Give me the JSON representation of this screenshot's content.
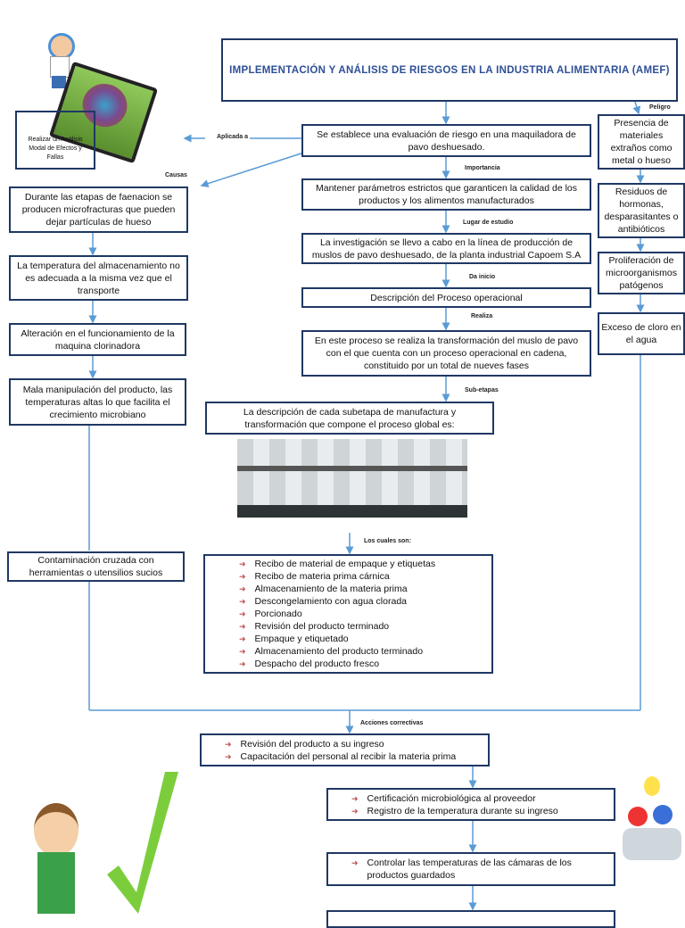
{
  "title": "IMPLEMENTACIÓN Y ANÁLISIS DE RIESGOS EN LA INDUSTRIA ALIMENTARIA (AMEF)",
  "left_top": "Realizar un Análisis Modal de Efectos y Fallas",
  "labels": {
    "aplicada": "Aplicada a",
    "causas": "Causas",
    "peligro": "Peligro",
    "importancia": "Importancia",
    "lugar": "Lugar de estudio",
    "inicio": "Da inicio",
    "realiza": "Realiza",
    "subetapas": "Sub-etapas",
    "cuales": "Los cuales son:",
    "acciones": "Acciones correctivas"
  },
  "center": [
    "Se establece una evaluación de riesgo en una maquiladora de pavo deshuesado.",
    "Mantener parámetros estrictos que garanticen la calidad de los productos y los alimentos manufacturados",
    "La investigación se llevo a cabo en la línea de producción de muslos de pavo deshuesado, de la planta industrial Capoem S.A",
    "Descripción del Proceso operacional",
    "En este proceso se realiza la transformación del muslo de pavo con el que cuenta con un proceso operacional en cadena, constituido por un total de nueves fases",
    "La descripción de cada subetapa de manufactura y transformación que compone el proceso global es:"
  ],
  "hazards": [
    "Presencia de materiales extraños como metal o hueso",
    "Residuos de hormonas, desparasitantes o antibióticos",
    "Proliferación de microorganismos patógenos",
    "Exceso de cloro en el agua"
  ],
  "causes": [
    "Durante las etapas de faenacion se producen microfracturas que pueden dejar partículas de hueso",
    "La temperatura del almacenamiento no es adecuada a la misma vez que el transporte",
    "Alteración en el funcionamiento de la maquina clorinadora",
    "Mala manipulación del producto, las temperaturas altas lo que facilita el crecimiento microbiano",
    "Contaminación cruzada con herramientas o utensilios sucios"
  ],
  "stages": [
    "Recibo de material de empaque y etiquetas",
    "Recibo de materia prima cárnica",
    "Almacenamiento de la materia prima",
    "Descongelamiento con agua clorada",
    "Porcionado",
    "Revisión del producto terminado",
    "Empaque y etiquetado",
    "Almacenamiento del producto terminado",
    "Despacho del producto fresco"
  ],
  "actions": [
    [
      "Revisión del producto a su ingreso",
      "Capacitación del personal al recibir la materia prima"
    ],
    [
      "Certificación microbiológica al proveedor",
      "Registro de la temperatura durante su ingreso"
    ],
    [
      "Controlar las temperaturas de las cámaras de los productos guardados"
    ]
  ],
  "colors": {
    "border": "#1f3864",
    "line": "#5b9bd5",
    "title": "#2e4f96"
  }
}
